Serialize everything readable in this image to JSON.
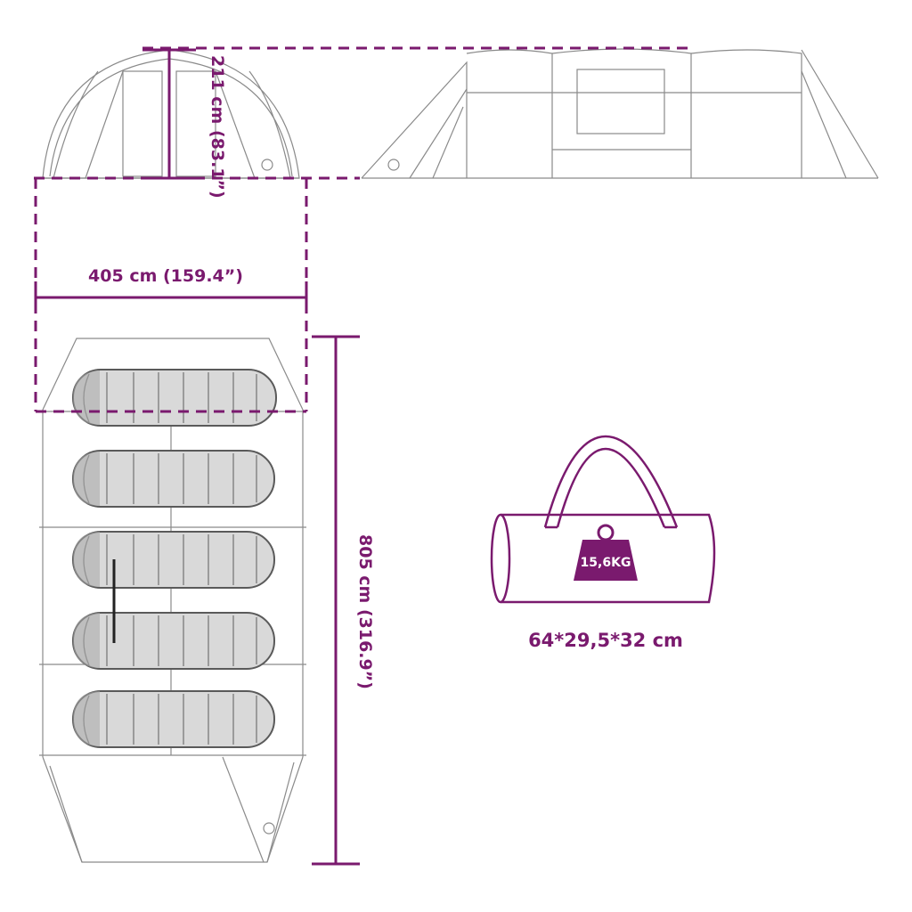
{
  "colors": {
    "accent": "#7a1a6e",
    "outline": "#5a5a5a",
    "bag_fill": "#d9d9d9",
    "background": "#ffffff"
  },
  "dimensions": {
    "height_label": "211 cm (83.1”)",
    "width_label": "405 cm (159.4”)",
    "length_label": "805 cm (316.9”)"
  },
  "carry_bag": {
    "weight_label": "15,6KG",
    "size_label": "64*29,5*32 cm"
  }
}
